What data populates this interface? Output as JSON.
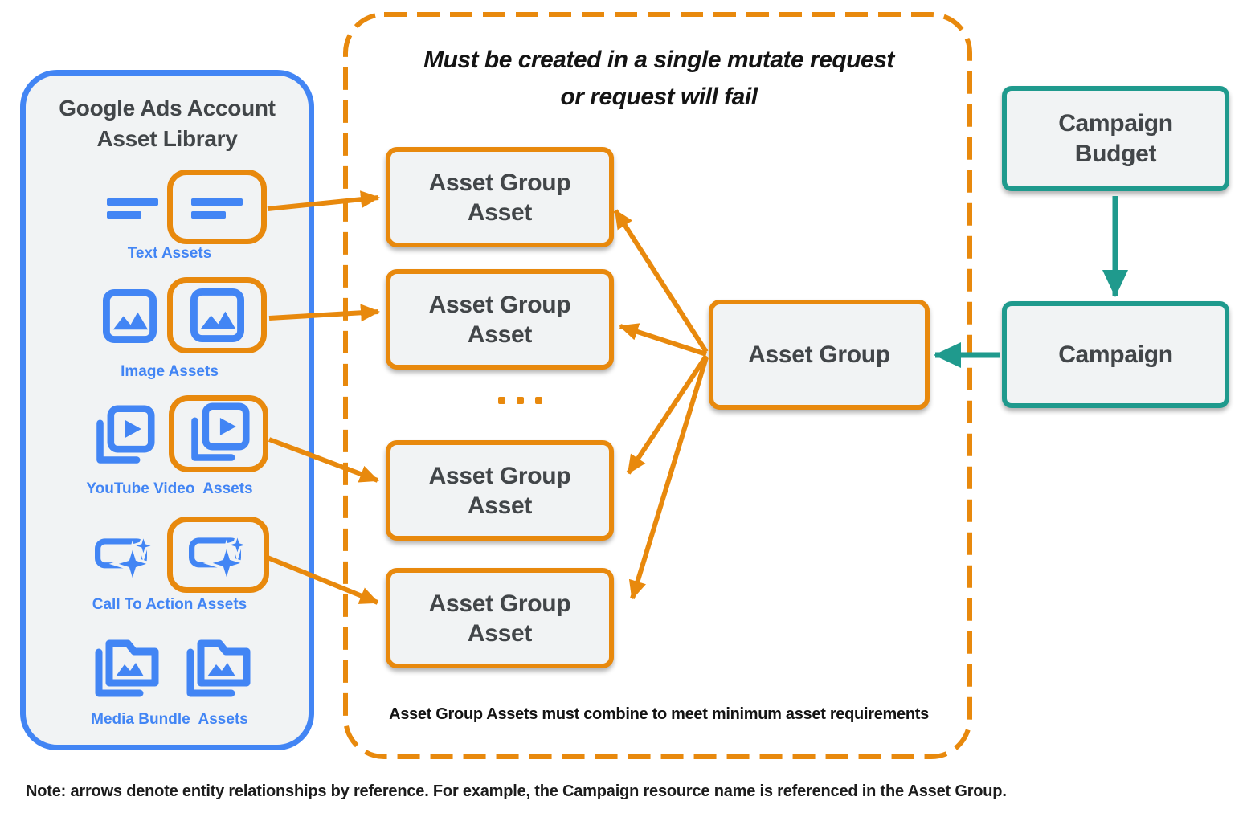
{
  "colors": {
    "blue": "#4285F4",
    "orange": "#E8890D",
    "teal": "#1F9A8D",
    "panel-fill": "#F1F3F4",
    "text-dark": "#424649",
    "black": "#141414"
  },
  "asset_library": {
    "title_line1": "Google Ads Account",
    "title_line2": "Asset Library",
    "items": [
      {
        "label": "Text Assets",
        "icon": "text-lines-icon",
        "highlighted": true
      },
      {
        "label": "Image Assets",
        "icon": "image-icon",
        "highlighted": true
      },
      {
        "label": "YouTube Video  Assets",
        "icon": "youtube-video-icon",
        "highlighted": true
      },
      {
        "label": "Call To Action Assets",
        "icon": "call-to-action-icon",
        "highlighted": true
      },
      {
        "label": "Media Bundle  Assets",
        "icon": "media-bundle-icon",
        "highlighted": false
      }
    ]
  },
  "mutate_panel": {
    "title_line1": "Must be created in a single mutate request",
    "title_line2": "or request will fail",
    "asset_group_asset_label_line1": "Asset Group",
    "asset_group_asset_label_line2": "Asset",
    "asset_group_asset_count": 4,
    "ellipsis": "...",
    "footnote": "Asset Group Assets must combine to meet minimum asset requirements"
  },
  "asset_group": {
    "label": "Asset Group"
  },
  "campaign_budget": {
    "label_line1": "Campaign",
    "label_line2": "Budget"
  },
  "campaign": {
    "label": "Campaign"
  },
  "note": "Note: arrows denote entity relationships by reference. For example, the Campaign resource name is referenced in the Asset Group."
}
